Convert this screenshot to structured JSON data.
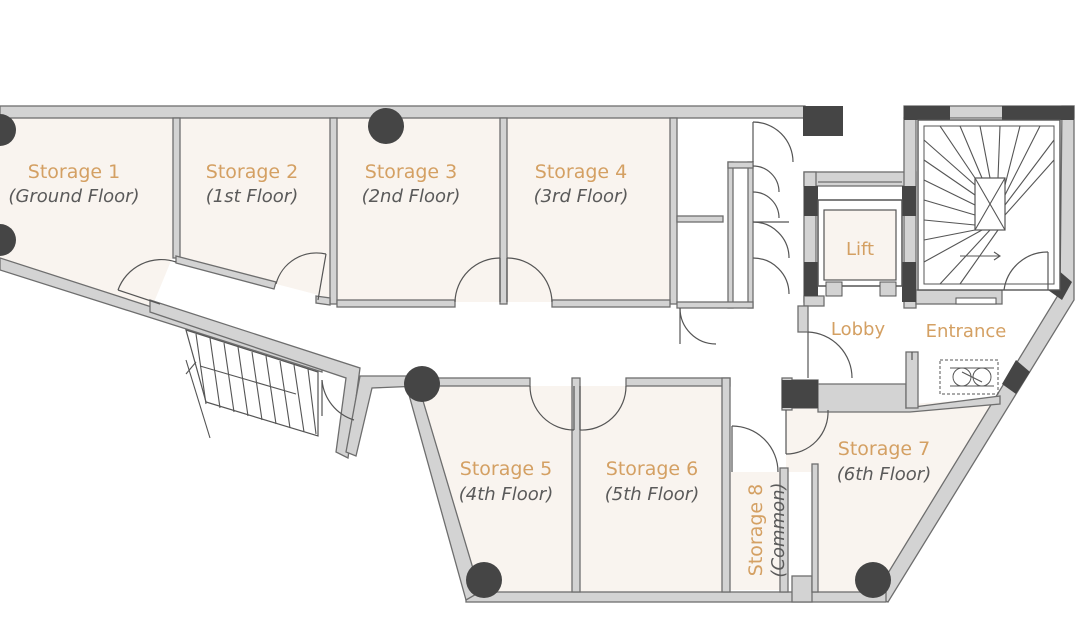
{
  "plan": {
    "rooms": [
      {
        "key": "storage1",
        "name": "Storage 1",
        "floor": "(Ground Floor)"
      },
      {
        "key": "storage2",
        "name": "Storage 2",
        "floor": "(1st Floor)"
      },
      {
        "key": "storage3",
        "name": "Storage 3",
        "floor": "(2nd Floor)"
      },
      {
        "key": "storage4",
        "name": "Storage 4",
        "floor": "(3rd Floor)"
      },
      {
        "key": "storage5",
        "name": "Storage 5",
        "floor": "(4th Floor)"
      },
      {
        "key": "storage6",
        "name": "Storage 6",
        "floor": "(5th Floor)"
      },
      {
        "key": "storage7",
        "name": "Storage 7",
        "floor": "(6th Floor)"
      },
      {
        "key": "storage8",
        "name": "Storage 8",
        "floor": "(Common)"
      }
    ],
    "areas": {
      "lift": "Lift",
      "lobby": "Lobby",
      "entrance": "Entrance"
    },
    "colors": {
      "label_gold": "#d4a063",
      "label_grey": "#5a5a5a",
      "wall_fill": "#d3d3d3",
      "room_fill": "#f9f4ef",
      "pillar": "#454545"
    },
    "icons": [
      "wheelchair-icon",
      "staircase-icon",
      "lift-icon"
    ]
  }
}
